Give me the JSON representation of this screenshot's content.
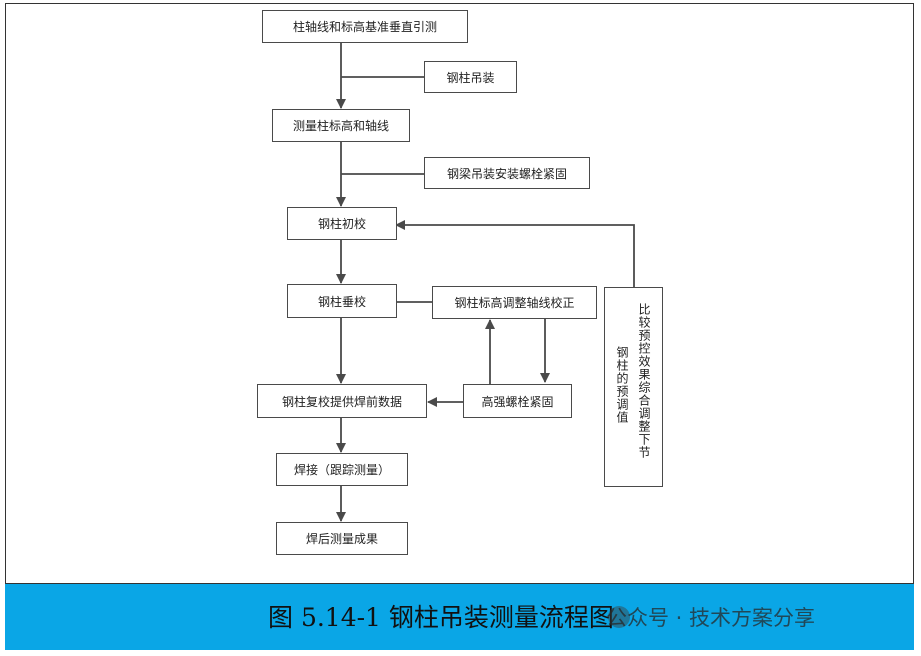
{
  "nodes": {
    "n1": "柱轴线和标高基准垂直引测",
    "n2": "钢柱吊装",
    "n3": "测量柱标高和轴线",
    "n4": "钢梁吊装安装螺栓紧固",
    "n5": "钢柱初校",
    "n6": "钢柱垂校",
    "n7": "钢柱标高调整轴线校正",
    "n8": "钢柱复校提供焊前数据",
    "n9": "高强螺栓紧固",
    "n10": "焊接（跟踪测量）",
    "n11": "焊后测量成果",
    "side_col1": "钢柱的预调值",
    "side_col2": "比较预控效果综合调整下节"
  },
  "caption": "图 5.14-1 钢柱吊装测量流程图",
  "watermark": "公众号 · 技术方案分享",
  "colors": {
    "caption_bar": "#0aa6e6",
    "line": "#4a4a4a"
  }
}
